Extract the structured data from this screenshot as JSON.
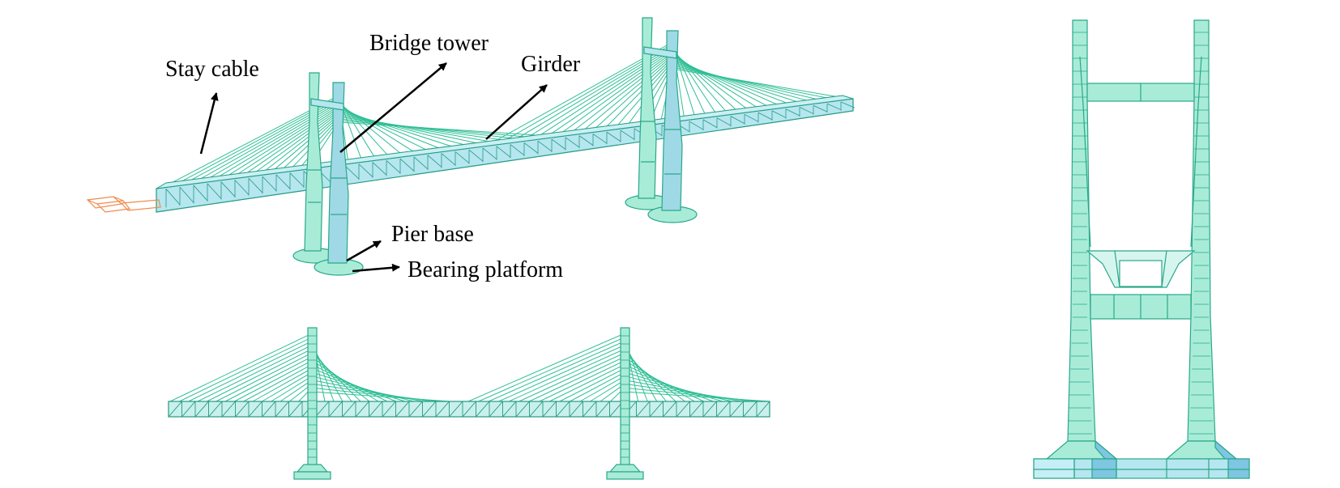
{
  "labels": {
    "stay_cable": "Stay cable",
    "bridge_tower": "Bridge tower",
    "girder": "Girder",
    "pier_base": "Pier base",
    "bearing_platform": "Bearing platform"
  },
  "colors": {
    "cable": "#2fbf95",
    "tower_fill": "#a8ecd8",
    "tower_stroke": "#2aa889",
    "deck_fill": "#b6e6ef",
    "deck_stroke": "#249a80",
    "shade": "#7ec6e2",
    "highlight_orange": "#f08a4b",
    "arrow": "#000000"
  }
}
